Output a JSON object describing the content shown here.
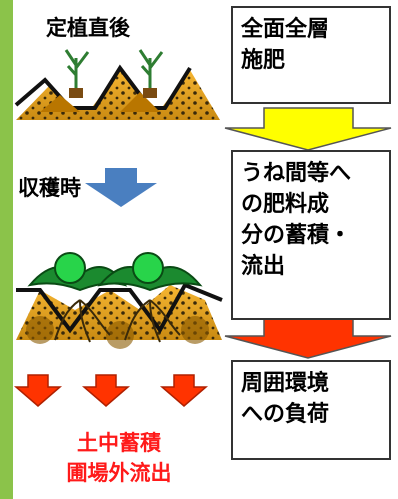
{
  "left": {
    "after_planting": "定植直後",
    "harvest_time": "収穫時",
    "result_line1": "土中蓄積",
    "result_line2": "圃場外流出"
  },
  "right": {
    "box1": [
      "全面全層",
      "施肥"
    ],
    "box2": [
      "うね間等へ",
      "の肥料成",
      "分の蓄積・",
      "流出"
    ],
    "box3": [
      "周囲環境",
      "への負荷"
    ]
  },
  "colors": {
    "border_green": "#8bc34a",
    "soil": "#f6b632",
    "yellow_arrow": "#ffff00",
    "red_arrow": "#ff3300",
    "blue_arrow": "#4a7fc0",
    "result_text": "#ff1a1a"
  }
}
